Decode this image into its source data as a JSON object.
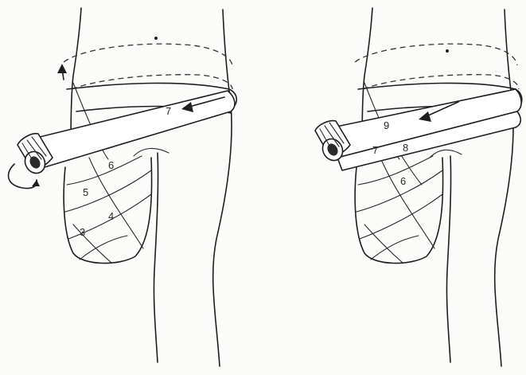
{
  "panels": [
    {
      "id": "left",
      "turn_labels": [
        "3",
        "4",
        "5",
        "6",
        "7"
      ]
    },
    {
      "id": "right",
      "turn_labels": [
        "6",
        "7",
        "8",
        "9"
      ]
    }
  ]
}
